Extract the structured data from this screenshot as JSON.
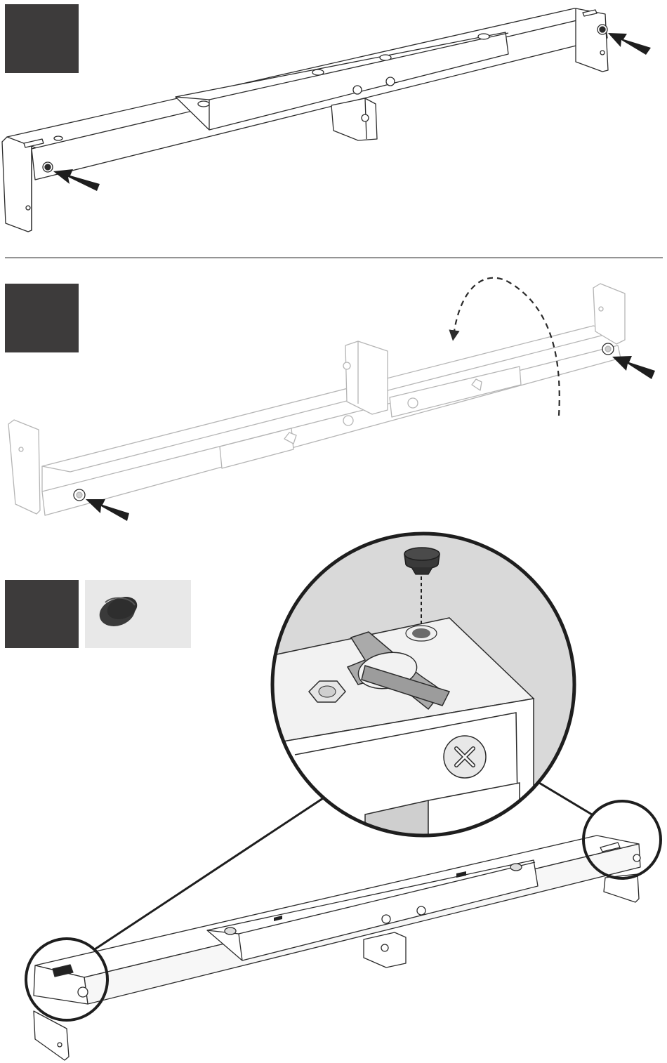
{
  "document": {
    "type": "assembly-instructions",
    "steps": [
      {
        "number": "",
        "marker_color": "#3d3b3b",
        "action": "tighten-screws"
      },
      {
        "number": "",
        "marker_color": "#3d3b3b",
        "action": "flip-frame-and-tighten-screws"
      },
      {
        "number": "",
        "marker_color": "#3d3b3b",
        "action": "insert-foot-cap",
        "part_swatch_color": "#e8e8e8"
      }
    ],
    "colors": {
      "line": "#2b2b2b",
      "frame_step1": "#ffffff",
      "frame_step2_line": "#b8b8b8",
      "frame_step3_fill": "#f4f4f4",
      "arrow": "#1e1e1e",
      "divider": "#555555",
      "detail_bg": "#d9d9d9",
      "foot_cap": "#3a3a3a"
    }
  }
}
